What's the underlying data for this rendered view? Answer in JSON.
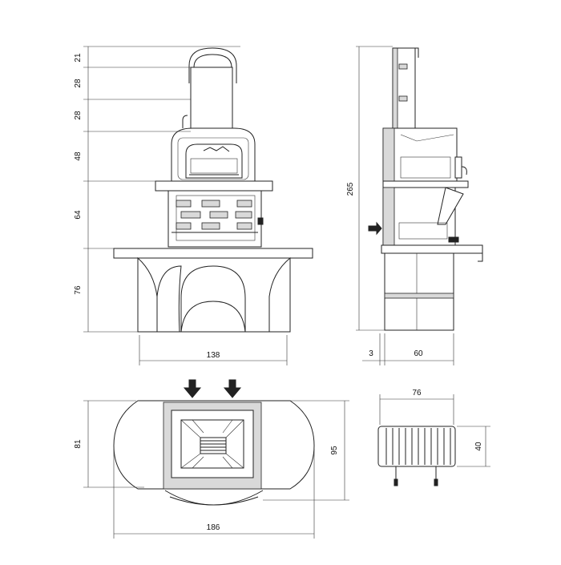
{
  "front_view": {
    "heights": [
      "21",
      "28",
      "28",
      "48",
      "64",
      "76"
    ],
    "width": "138"
  },
  "side_view": {
    "total_height": "265",
    "offset": "3",
    "depth": "60"
  },
  "plan_view": {
    "depth_inner": "81",
    "depth_outer": "95",
    "width": "186"
  },
  "grill_view": {
    "width": "76",
    "height": "40"
  },
  "colors": {
    "line": "#222222",
    "hatch": "#d9d9d9",
    "background": "#ffffff"
  }
}
